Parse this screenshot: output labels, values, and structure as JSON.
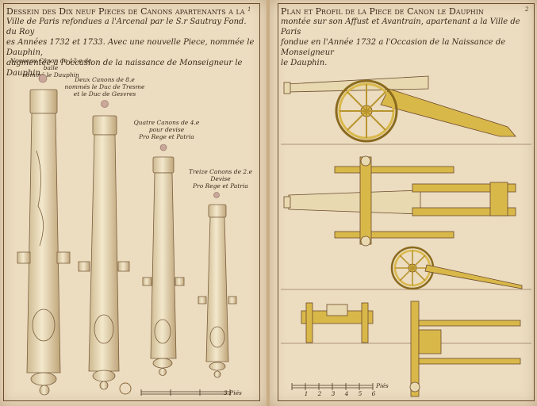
{
  "left_plate": {
    "corner_number": "1",
    "title_line1": "Dessein des Dix neuf Pieces de Canons apartenants a la",
    "title_line2": "Ville de Paris refondues a l'Arcenal par le S.r Sautray Fond. du Roy",
    "title_line3": "es Années 1732 et 1733. Avec une nouvelle Piece, nommée le Dauphin,",
    "title_line4": "augmentée a l'occasion de la naissance de Monseigneur le Dauphin.",
    "cannon1_label_line1": "Nouveau Canon de 12.e de balle",
    "cannon1_label_line2": "nommé le Dauphin",
    "cannon2_label_line1": "Deux Canons de 8.e",
    "cannon2_label_line2": "nommés le Duc de Tresme",
    "cannon2_label_line3": "et le Duc de Gesvres",
    "cannon3_label_line1": "Quatre Canons de 4.e",
    "cannon3_label_line2": "pour devise",
    "cannon3_label_line3": "Pro Rege et Patria",
    "cannon4_label_line1": "Treize Canons de 2.e",
    "cannon4_label_line2": "Devise",
    "cannon4_label_line3": "Pro Rege et Patria",
    "scale_label": "3 Piés"
  },
  "right_plate": {
    "corner_number": "2",
    "title_line1": "Plan et Profil de la Piece de Canon le Dauphin",
    "title_line2": "montée sur son Affust et Avantrain, apartenant a la Ville de Paris",
    "title_line3": "fondue en l'Année 1732 a l'Occasion de la Naissance de Monseigneur",
    "title_line4": "le Dauphin.",
    "scale_ticks": [
      "1",
      "2",
      "3",
      "4",
      "5",
      "6"
    ],
    "scale_label": "Piés"
  },
  "colors": {
    "paper": "#ecdcc0",
    "bronze": "#e8d9b0",
    "gold": "#d9b84a",
    "ink": "#4a3420",
    "ball": "#c9a79a"
  }
}
